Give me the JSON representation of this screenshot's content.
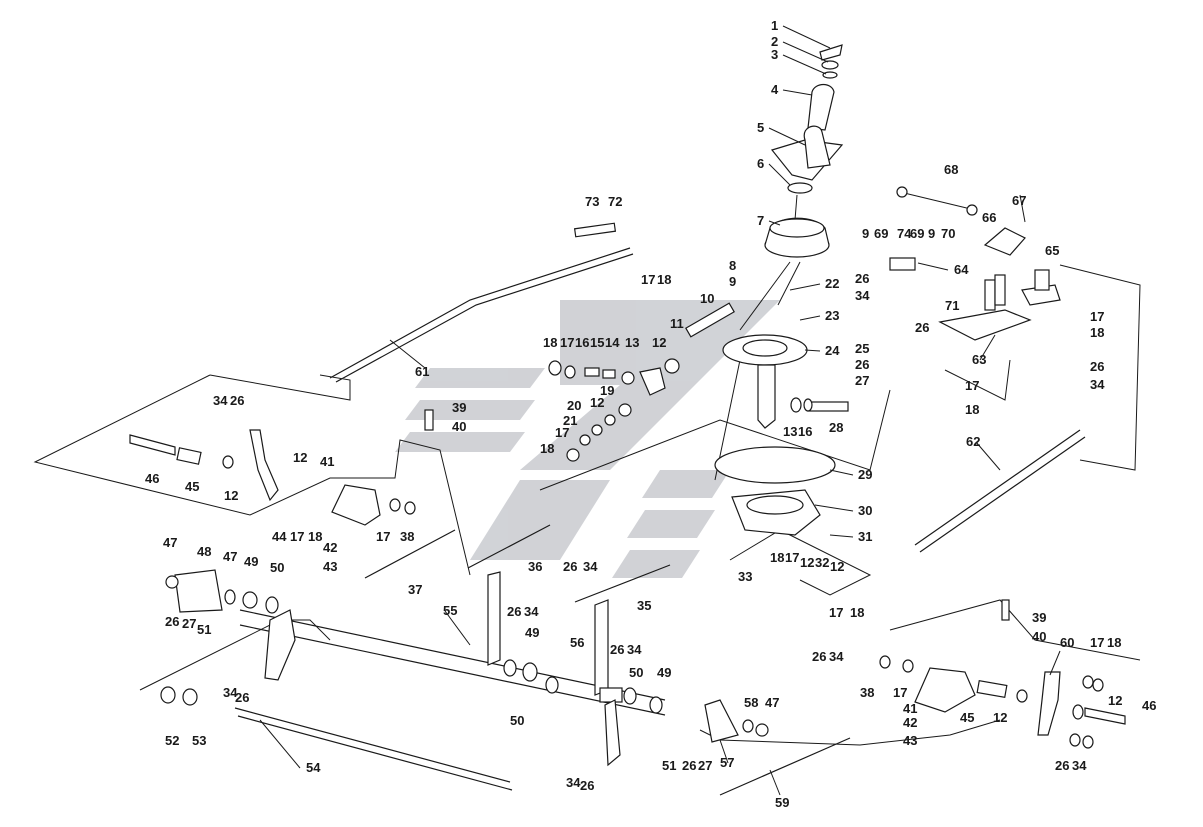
{
  "diagram": {
    "callouts": [
      "1",
      "2",
      "3",
      "4",
      "5",
      "6",
      "7",
      "8",
      "9",
      "10",
      "11",
      "12",
      "13",
      "14",
      "15",
      "16",
      "17",
      "18",
      "19",
      "20",
      "21",
      "22",
      "23",
      "24",
      "25",
      "26",
      "27",
      "28",
      "29",
      "30",
      "31",
      "32",
      "33",
      "34",
      "35",
      "36",
      "37",
      "38",
      "39",
      "40",
      "41",
      "42",
      "43",
      "44",
      "45",
      "46",
      "47",
      "48",
      "49",
      "50",
      "51",
      "52",
      "53",
      "54",
      "55",
      "56",
      "57",
      "58",
      "59",
      "60",
      "61",
      "62",
      "63",
      "64",
      "65",
      "66",
      "67",
      "68",
      "69",
      "70",
      "71",
      "72",
      "73",
      "74"
    ],
    "watermark": "gear-shift-logo-watermark"
  }
}
